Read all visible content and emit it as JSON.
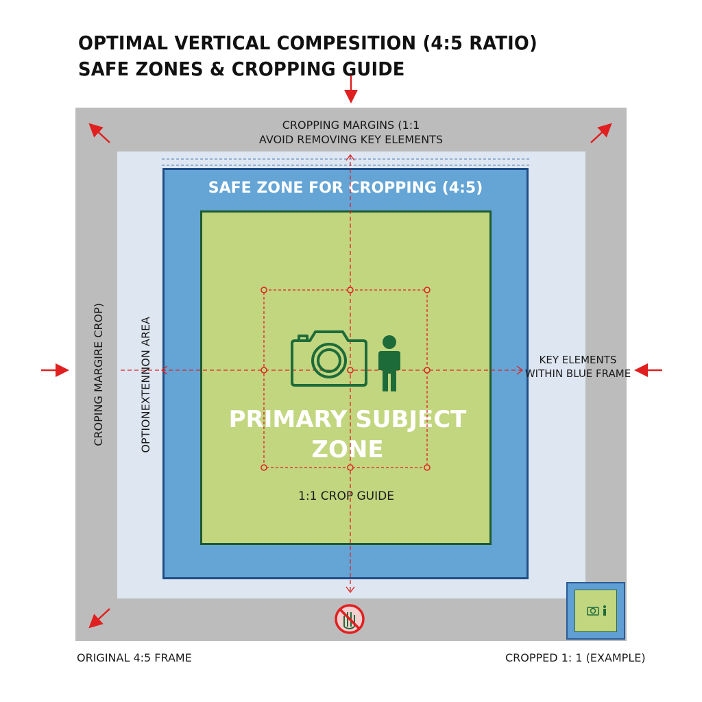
{
  "title": {
    "line1": "OPTIMAL VERTICAL COMPESITION (4:5 RATIO)",
    "line2": "SAFE ZONES & CROPPING GUIDE"
  },
  "labels": {
    "cropping_margins_line1": "CROPPING MARGINS (1:1",
    "cropping_margins_line2": "AVOID REMOVING KEY ELEMENTS",
    "safe_zone": "SAFE ZONE FOR CROPPING (4:5)",
    "primary_line1": "PRIMARY SUBJECT",
    "primary_line2": "ZONE",
    "crop_guide": "1:1 CROP GUIDE",
    "left_outer_vertical": "CROPING MARGIRE CROP)",
    "left_inner_vertical": "OPTIONEXTENNON AREA",
    "key_elements_line1": "KEY ELEMENTS",
    "key_elements_line2": "WITHIN BLUE FRAME",
    "original_frame": "ORIGINAL 4:5 FRAME",
    "cropped_example": "CROPPED 1: 1 (EXAMPLE)"
  },
  "icons": [
    "camera-icon",
    "person-icon",
    "no-hand-icon",
    "arrow-icon"
  ],
  "colors": {
    "outer_gray": "#bcbcbc",
    "light_blue": "#dde6f1",
    "safe_blue": "#64a5d6",
    "safe_border": "#1f4d86",
    "subject_green": "#c2d680",
    "subject_border": "#1d5a2e",
    "guide_red": "#e02020",
    "icon_green": "#1e6b3a"
  }
}
